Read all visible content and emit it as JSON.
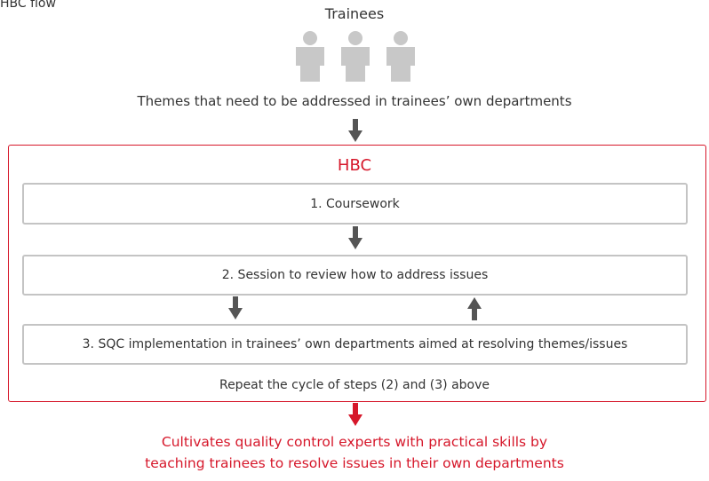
{
  "caption": "HBC flow",
  "trainees_label": "Trainees",
  "themes_text": "Themes that need to be addressed in trainees’ own departments",
  "hbc_title": "HBC",
  "steps": [
    "1. Coursework",
    "2. Session to review how to address issues",
    "3. SQC implementation in trainees’ own departments aimed at resolving themes/issues"
  ],
  "repeat_text": "Repeat the cycle of steps (2) and (3) above",
  "result_lines": [
    "Cultivates quality control experts with practical skills by",
    "teaching trainees to resolve issues in their own departments"
  ],
  "colors": {
    "accent_red": "#d6172a",
    "box_border": "#c4c4c4",
    "arrow_gray": "#555555",
    "person_gray": "#c8c8c8"
  },
  "icons": {
    "trainees": "person-icon",
    "flow": "arrow-down-icon",
    "loop_back": "arrow-up-icon"
  }
}
